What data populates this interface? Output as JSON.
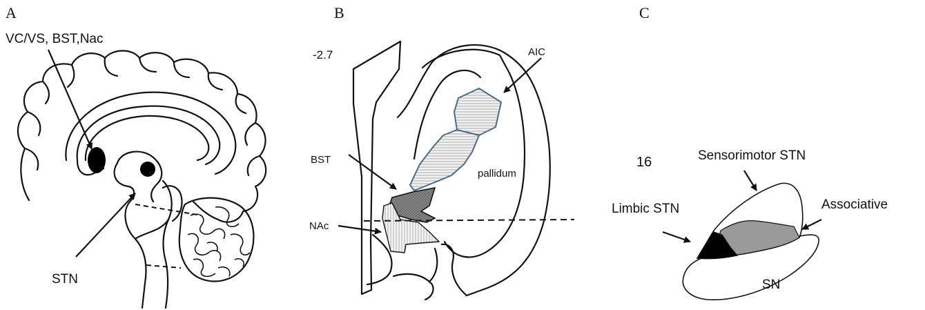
{
  "panels": {
    "a": {
      "letter": "A",
      "label_top": "VC/VS, BST,Nac",
      "label_stn": "STN"
    },
    "b": {
      "letter": "B",
      "coordinate": "-2.7",
      "label_aic": "AIC",
      "label_bst": "BST",
      "label_nac": "NAc",
      "label_pallidum": "pallidum"
    },
    "c": {
      "letter": "C",
      "number": "16",
      "label_sensorimotor": "Sensorimotor STN",
      "label_associative": "Associative",
      "label_limbic": "Limbic STN",
      "label_sn": "SN"
    }
  },
  "colors": {
    "line": "#111111",
    "target_fill": "#000000",
    "bst_fill": "#7a7a7a",
    "capsule_fill": "#ececec",
    "capsule_stroke": "#4a6a8a",
    "associative_fill": "#9a9a9a",
    "limbic_fill": "#000000"
  }
}
